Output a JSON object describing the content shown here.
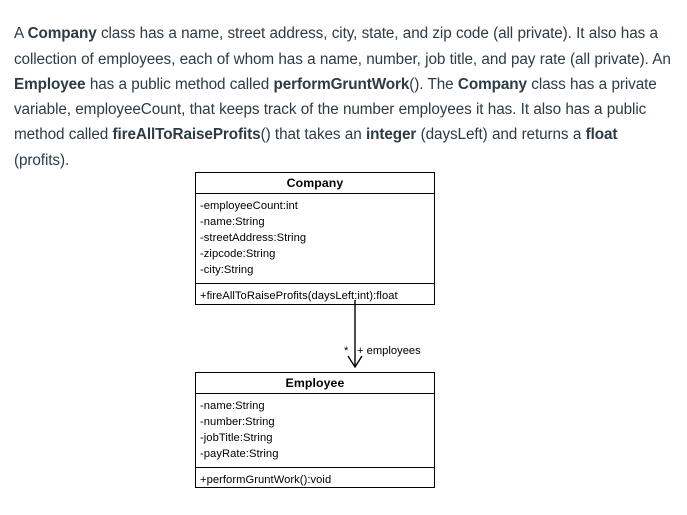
{
  "prompt": {
    "segments": [
      {
        "text": "A ",
        "bold": false
      },
      {
        "text": "Company",
        "bold": true
      },
      {
        "text": " class has a name, street address, city, state, and zip code (all private).  It also has a collection of employees, each of whom has a name, number, job title, and pay rate (all private).  An ",
        "bold": false
      },
      {
        "text": "Employee",
        "bold": true
      },
      {
        "text": " has a public method called ",
        "bold": false
      },
      {
        "text": "performGruntWork",
        "bold": true
      },
      {
        "text": "().  The ",
        "bold": false
      },
      {
        "text": "Company",
        "bold": true
      },
      {
        "text": " class has a private variable, employeeCount, that keeps track of the number employees it has.  It also has a public method called ",
        "bold": false
      },
      {
        "text": "fireAllToRaiseProfits",
        "bold": true
      },
      {
        "text": "() that takes an ",
        "bold": false
      },
      {
        "text": "integer",
        "bold": true
      },
      {
        "text": " (daysLeft) and returns a ",
        "bold": false
      },
      {
        "text": "float",
        "bold": true
      },
      {
        "text": " (profits).",
        "bold": false
      }
    ],
    "plain_text": "A Company class has a name, street address, city, state, and zip code (all private).  It also has a collection of employees, each of whom has a name, number, job title, and pay rate (all private).  An Employee has a public method called performGruntWork().  The Company class has a private variable, employeeCount, that keeps track of the number employees it has.  It also has a public method called fireAllToRaiseProfits() that takes an integer (daysLeft) and returns a float (profits)."
  },
  "diagram": {
    "type": "uml-class-diagram",
    "classes": [
      {
        "id": "company",
        "name": "Company",
        "attributes": [
          "-employeeCount:int",
          "-name:String",
          "-streetAddress:String",
          "-zipcode:String",
          "-city:String"
        ],
        "methods": [
          "+fireAllToRaiseProfits(daysLeft:int):float"
        ]
      },
      {
        "id": "employee",
        "name": "Employee",
        "attributes": [
          "-name:String",
          "-number:String",
          "-jobTitle:String",
          "-payRate:String"
        ],
        "methods": [
          "+performGruntWork():void"
        ]
      }
    ],
    "association": {
      "from": "company",
      "to": "employee",
      "multiplicity": "*",
      "role": "+ employees",
      "arrow": "open-arrow-down"
    }
  },
  "colors": {
    "page_background": "#ffffff",
    "prompt_text": "#2d3b45",
    "diagram_stroke": "#000000",
    "diagram_fill": "#ffffff"
  }
}
